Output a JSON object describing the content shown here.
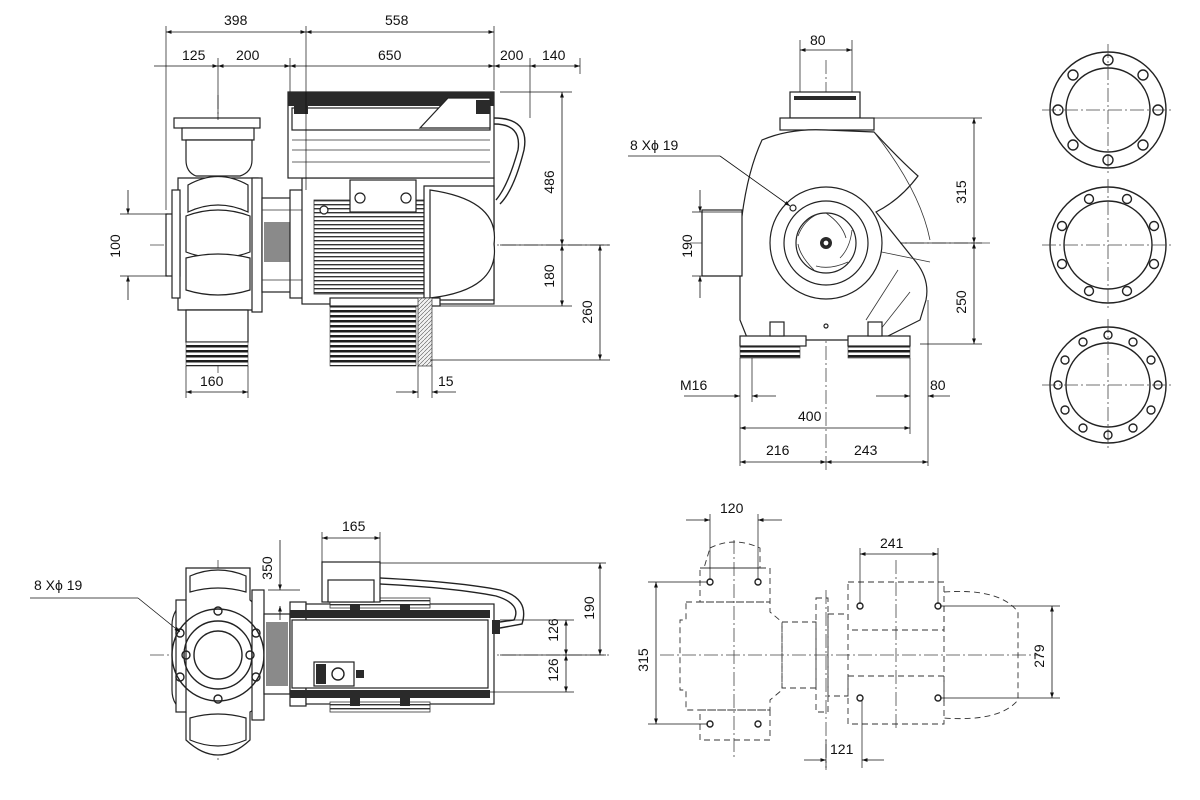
{
  "title": "Pump dimensional drawing",
  "views": {
    "side": {
      "dims_top": [
        "398",
        "558"
      ],
      "dims_second": [
        "125",
        "200",
        "650",
        "200",
        "140"
      ],
      "dims_vertical": [
        "486",
        "180",
        "260",
        "100"
      ],
      "dims_bottom": [
        "160",
        "15"
      ]
    },
    "front": {
      "dims": [
        "80",
        "315",
        "250",
        "190",
        "400",
        "216",
        "243",
        "80"
      ],
      "bolt_callout": "8   Xϕ 19",
      "thread": "M16"
    },
    "flanges": {
      "items": [
        {
          "name": "flange-8-holes"
        },
        {
          "name": "flange-8-holes-alt"
        },
        {
          "name": "flange-12-holes"
        }
      ]
    },
    "top": {
      "dims": [
        "165",
        "350",
        "190",
        "126",
        "126"
      ],
      "bolt_callout": "8   Xϕ 19"
    },
    "base": {
      "dims": [
        "120",
        "241",
        "315",
        "279",
        "121"
      ]
    }
  }
}
